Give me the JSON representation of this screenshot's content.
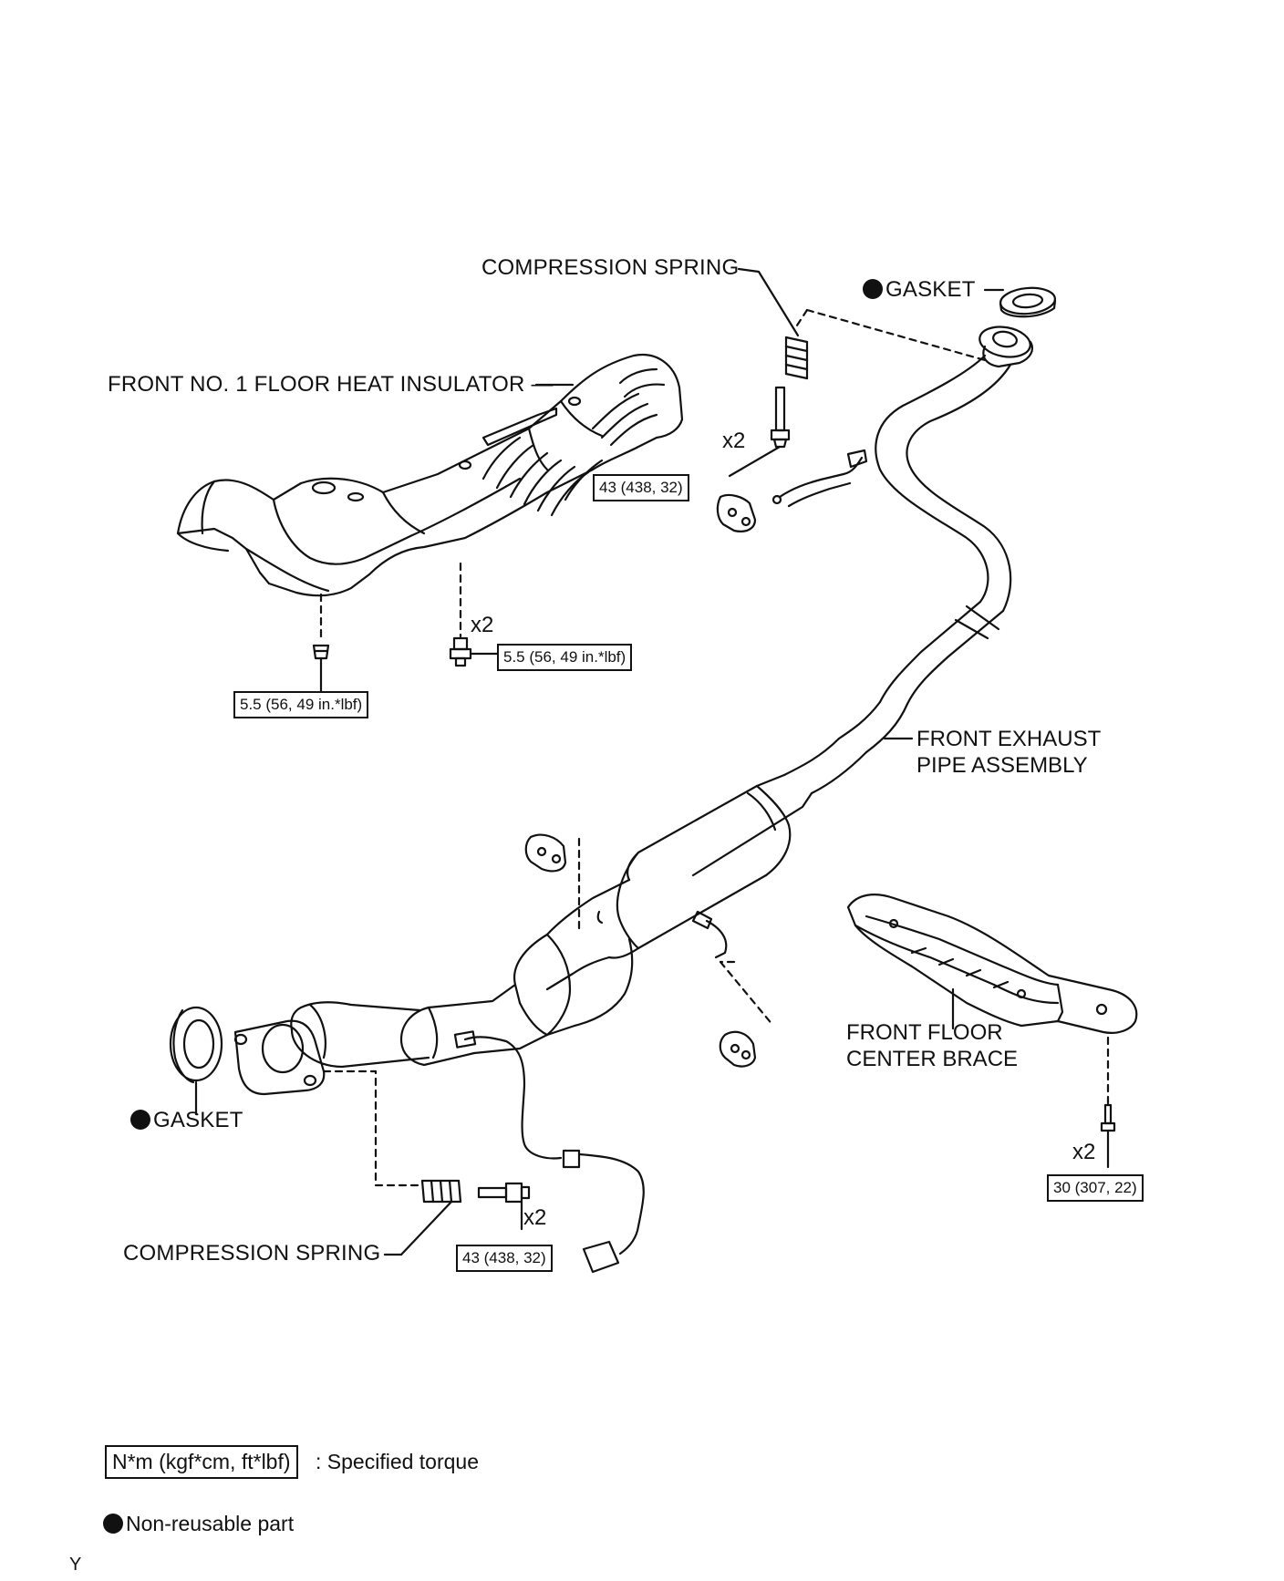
{
  "labels": {
    "compression_spring_top": "COMPRESSION SPRING",
    "gasket_top": "GASKET",
    "heat_insulator": "FRONT NO. 1 FLOOR HEAT INSULATOR",
    "front_exhaust_line1": "FRONT EXHAUST",
    "front_exhaust_line2": "PIPE ASSEMBLY",
    "center_brace_line1": "FRONT FLOOR",
    "center_brace_line2": "CENTER BRACE",
    "gasket_bottom": "GASKET",
    "compression_spring_bottom": "COMPRESSION SPRING"
  },
  "torques": {
    "bolt_upper": "43 (438, 32)",
    "insulator_bolt": "5.5 (56, 49 in.*lbf)",
    "insulator_nut": "5.5 (56, 49 in.*lbf)",
    "brace_bolt": "30 (307, 22)",
    "bolt_lower": "43 (438, 32)"
  },
  "quantities": {
    "bolt_upper": "x2",
    "insulator_bolt": "x2",
    "brace_bolt": "x2",
    "bolt_lower": "x2"
  },
  "legend": {
    "torque_box": "N*m (kgf*cm, ft*lbf)",
    "torque_desc": ": Specified torque",
    "nonreusable": "Non-reusable part"
  },
  "footer_mark": "Y"
}
